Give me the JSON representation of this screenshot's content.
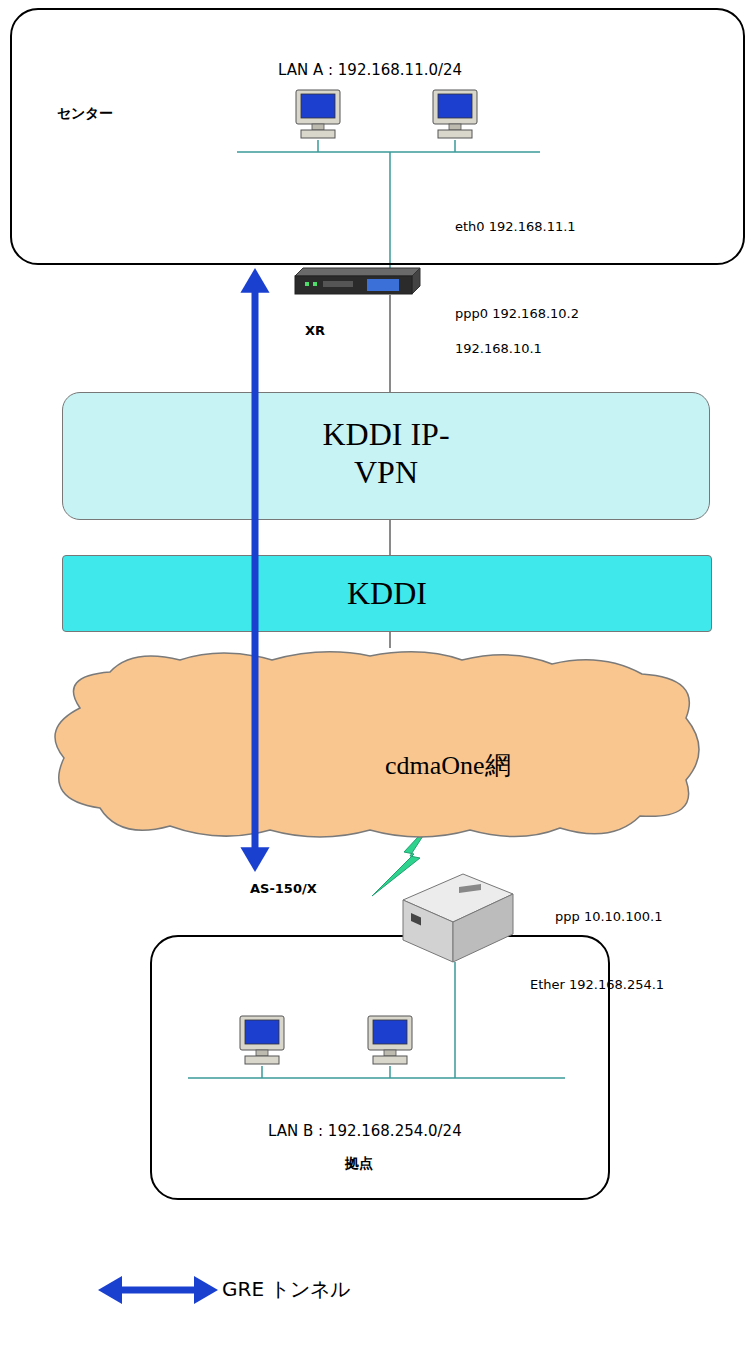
{
  "diagram": {
    "nodes": [
      {
        "text": [
          "LAN A : 192.168.11.0/24",
          "センター"
        ]
      },
      {
        "text": [
          "XR"
        ]
      },
      {
        "text": [
          "KDDI IP-VPN"
        ]
      },
      {
        "text": [
          "KDDI"
        ]
      },
      {
        "text": [
          "cdmaOne網"
        ]
      },
      {
        "text": [
          "AS-150/X"
        ]
      },
      {
        "text": [
          "LAN B : 192.168.254.0/24",
          "拠点"
        ]
      }
    ],
    "edges": [
      {
        "from": 1,
        "to": 2,
        "arrow": "none"
      },
      {
        "from": 2,
        "to": 3,
        "arrow": "none"
      },
      {
        "from": 3,
        "to": 4,
        "arrow": "none"
      },
      {
        "from": 1,
        "to": 5,
        "arrow": "both"
      }
    ],
    "labels": [
      "eth0 192.168.11.1",
      "ppp0 192.168.10.2",
      "192.168.10.1",
      "ppp 10.10.100.1",
      "Ether 192.168.254.1"
    ],
    "legend": [
      {
        "text": "GRE トンネル"
      }
    ]
  }
}
